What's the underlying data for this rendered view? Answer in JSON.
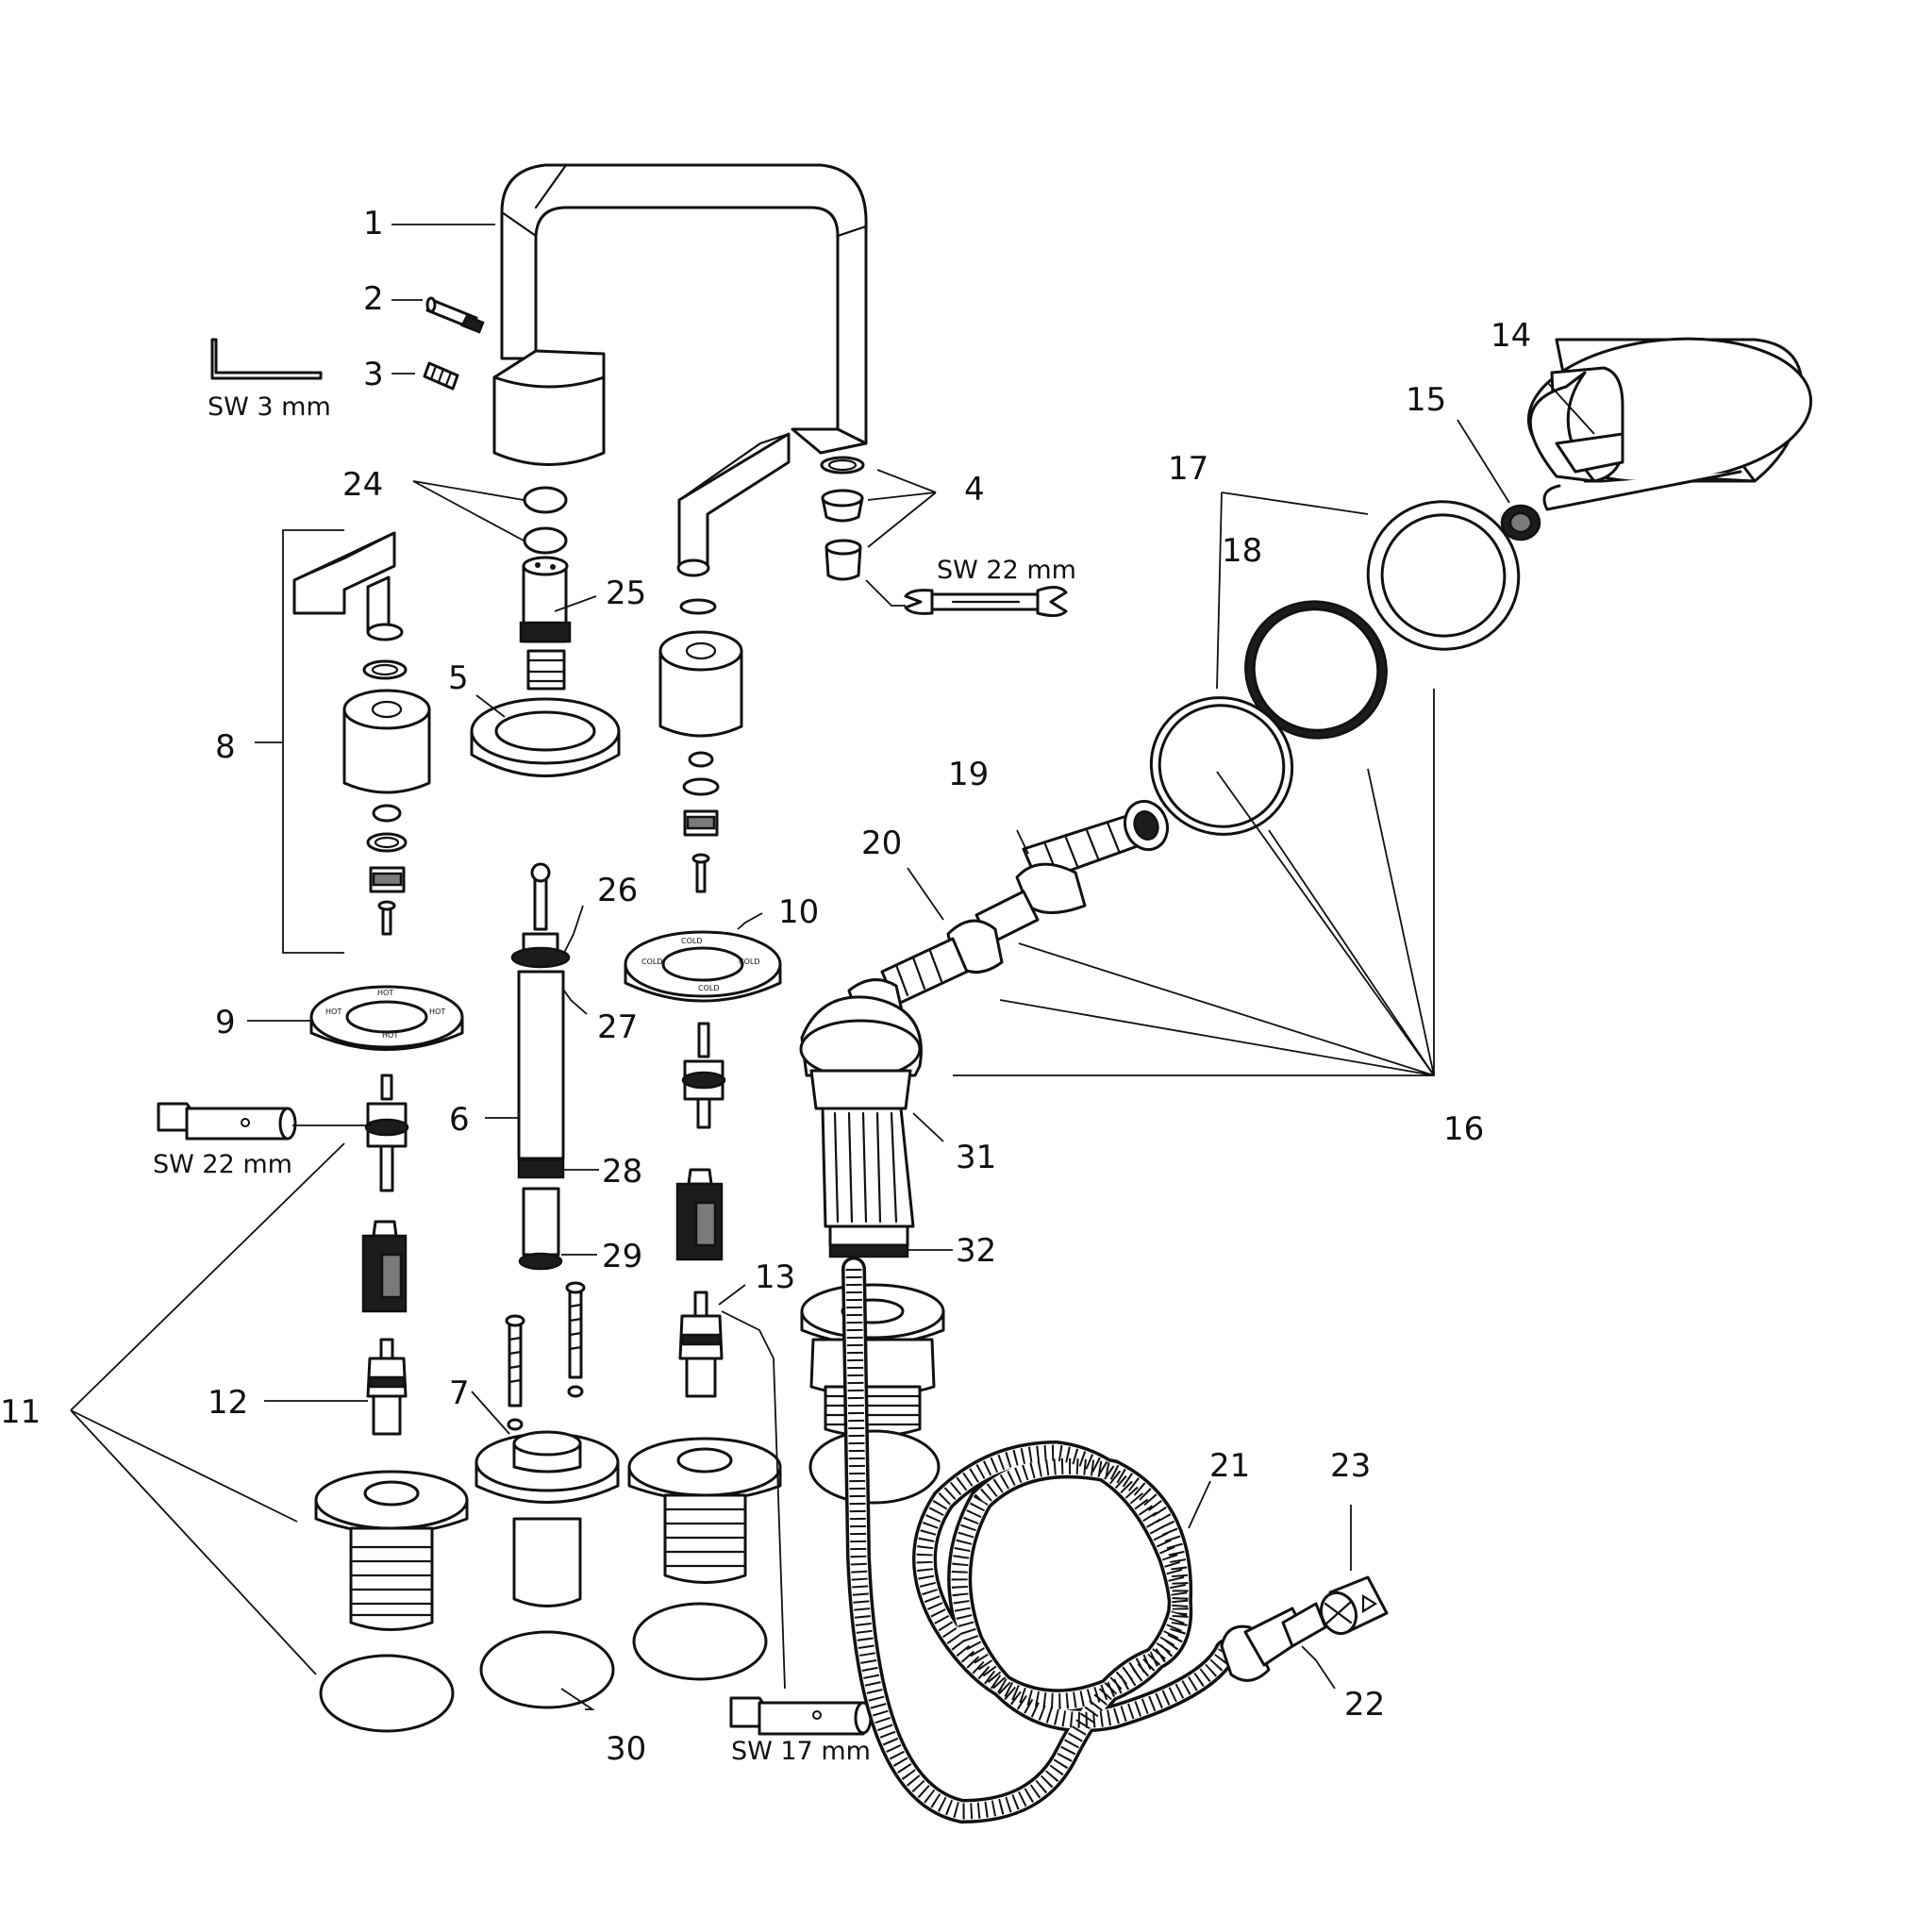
{
  "callouts": {
    "c1": "1",
    "c2": "2",
    "c3": "3",
    "c4": "4",
    "c5": "5",
    "c6": "6",
    "c7": "7",
    "c8": "8",
    "c9": "9",
    "c10": "10",
    "c11": "11",
    "c12": "12",
    "c13": "13",
    "c14": "14",
    "c15": "15",
    "c16": "16",
    "c17": "17",
    "c18": "18",
    "c19": "19",
    "c20": "20",
    "c21": "21",
    "c22": "22",
    "c23": "23",
    "c24": "24",
    "c25": "25",
    "c26": "26",
    "c27": "27",
    "c28": "28",
    "c29": "29",
    "c30": "30",
    "c31": "31",
    "c32": "32"
  },
  "tools": {
    "hex_key": "SW 3 mm",
    "wrench": "SW 22 mm",
    "socket_hot": "SW 22 mm",
    "socket_cold": "SW 17 mm"
  },
  "escutcheon_marks": {
    "hot": "HOT",
    "cold": "COLD"
  },
  "colors": {
    "line": "#111111",
    "background": "#ffffff",
    "dark_part": "#1c1c1c"
  }
}
